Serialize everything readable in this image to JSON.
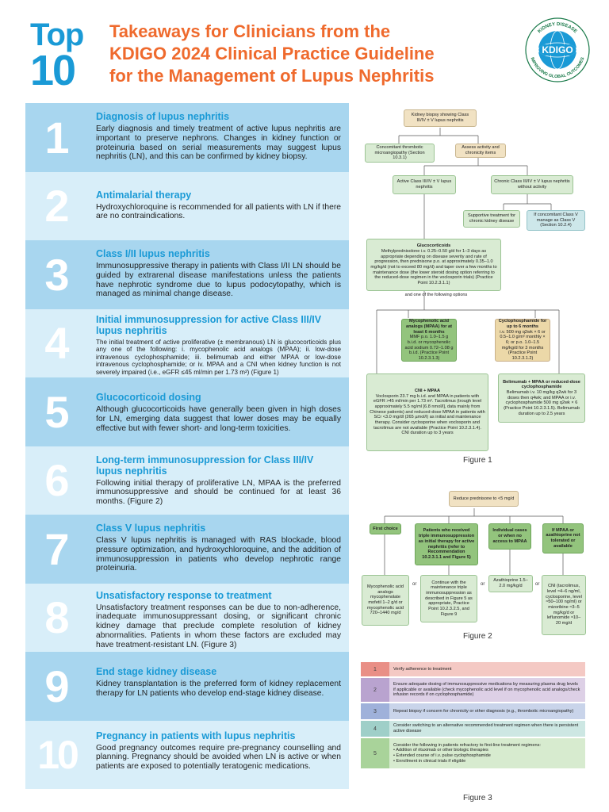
{
  "header": {
    "top_word": "Top",
    "top_num": "10",
    "title_lines": [
      "Takeaways for Clinicians from the",
      "KDIGO 2024 Clinical Practice Guideline",
      "for the Management of Lupus Nephritis"
    ],
    "logo_center": "KDIGO",
    "logo_ring_top": "KIDNEY DISEASE",
    "logo_ring_bottom": "IMPROVING GLOBAL OUTCOMES"
  },
  "takeaways": [
    {
      "num": "1",
      "title": "Diagnosis of lupus nephritis",
      "body": "Early diagnosis and timely treatment of active lupus nephritis are important to preserve nephrons. Changes in kidney function or proteinuria based on serial measurements may suggest lupus nephritis (LN), and this can be confirmed by kidney biopsy."
    },
    {
      "num": "2",
      "title": "Antimalarial therapy",
      "body": "Hydroxychloroquine is recommended for all patients with LN if there are no contraindications."
    },
    {
      "num": "3",
      "title": "Class I/II lupus nephritis",
      "body": "Immunosuppressive therapy in patients with Class I/II LN should be guided by extrarenal disease manifestations unless the patients have nephrotic syndrome due to lupus podocytopathy, which is managed as minimal change disease."
    },
    {
      "num": "4",
      "title": "Initial immunosuppression for active Class III/IV lupus nephritis",
      "body": "The initial treatment of active proliferative (± membranous) LN is glucocorticoids plus any one of the following: i. mycophenolic acid analogs (MPAA); ii. low-dose intravenous cyclophosphamide; iii. belimumab and either MPAA or low-dose intravenous cyclophosphamide; or iv. MPAA and a CNI when kidney function is not severely impaired (i.e., eGFR ≤45 ml/min per 1.73 m²) (Figure 1)"
    },
    {
      "num": "5",
      "title": "Glucocorticoid dosing",
      "body": "Although glucocorticoids have generally been given in high doses for LN, emerging data suggest that lower doses may be equally effective but with fewer short- and long-term toxicities."
    },
    {
      "num": "6",
      "title": "Long-term immunosuppression for Class III/IV lupus nephritis",
      "body": "Following initial therapy of proliferative LN, MPAA is the preferred immunosuppressive and should be continued for at least 36 months. (Figure 2)"
    },
    {
      "num": "7",
      "title": "Class V lupus nephritis",
      "body": "Class V lupus nephritis is managed with RAS blockade, blood pressure optimization, and hydroxychloroquine, and the addition of immunosuppression in patients who develop nephrotic range proteinuria."
    },
    {
      "num": "8",
      "title": "Unsatisfactory response to treatment",
      "body": "Unsatisfactory treatment responses can be due to non-adherence, inadequate immunosuppressant dosing, or significant chronic kidney damage that preclude complete resolution of kidney abnormalities. Patients in whom these factors are excluded may have treatment-resistant LN. (Figure 3)"
    },
    {
      "num": "9",
      "title": "End stage kidney disease",
      "body": "Kidney transplantation is the preferred form of kidney replacement therapy for LN patients who develop end-stage kidney disease."
    },
    {
      "num": "10",
      "title": "Pregnancy in patients with lupus nephritis",
      "body": "Good pregnancy outcomes require pre-pregnancy counselling and planning. Pregnancy should be avoided when LN is active or when patients are exposed to potentially teratogenic medications."
    }
  ],
  "figure1": {
    "caption": "Figure 1",
    "biopsy": "Kidney biopsy showing Class III/IV ± V lupus nephritis",
    "tma": "Concomitant thrombotic microangiopathy (Section 10.3.1)",
    "assess": "Assess activity and chronicity items",
    "active": "Active Class III/IV ± V lupus nephritis",
    "chronic": "Chronic Class III/IV ± V lupus nephritis without activity",
    "supportive": "Supportive treatment for chronic kidney disease",
    "classv": "If concomitant Class V manage as Class V (Section 10.2.4)",
    "gc_title": "Glucocorticoids",
    "gc_body": "Methylprednisolone i.v. 0.25–0.50 g/d for 1–3 days as appropriate depending on disease severity and rate of progression, then prednisone p.o. at approximately 0.35–1.0 mg/kg/d (not to exceed 80 mg/d) and taper over a few months to maintenance dose (the lower steroid dosing option referring to the reduced-dose regimen in the voclosporin trials) (Practice Point 10.2.3.1.1)",
    "and_one": "and one of the following options",
    "mpaa_title": "Mycophenolic acid analogs (MPAA) for at least 6 months",
    "mpaa_body": "MMF p.o. 1.0–1.5 g b.i.d. or mycophenolic acid sodium 0.72–1.08 g b.i.d. (Practice Point 10.2.3.1.3)",
    "cyc_title": "Cyclophosphamide for up to 6 months",
    "cyc_body": "i.v. 500 mg q2wk × 6 or 0.5–1.0 g/m² monthly × 6; or p.o. 1.0–1.5 mg/kg/d for 3 months (Practice Point 10.2.3.1.2)",
    "cni_title": "CNI + MPAA",
    "cni_body": "Voclosporin 23.7 mg b.i.d. and MPAA in patients with eGFR >45 ml/min per 1.73 m². Tacrolimus (trough level approximately 5.5 ng/ml [6.8 nmol/l], data mainly from Chinese patients) and reduced-dose MPAA in patients with SCr <3.0 mg/dl (265 µmol/l) as initial and maintenance therapy. Consider cyclosporine when voclosporin and tacrolimus are not available (Practice Point 10.2.3.1.4). CNI duration up to 3 years",
    "bel_title": "Belimumab + MPAA or reduced-dose cyclophosphamide",
    "bel_body": "Belimumab i.v. 10 mg/kg q2wk for 3 doses then q4wk; and MPAA or i.v. cyclophosphamide 500 mg q2wk × 6 (Practice Point 10.2.3.1.5). Belimumab duration up to 2.5 years"
  },
  "figure2": {
    "caption": "Figure 2",
    "reduce": "Reduce prednisone to <5 mg/d",
    "first": "First choice",
    "received": "Patients who received triple immunosuppression as initial therapy for active nephritis (refer to Recommendation 10.2.3.1.1 and Figure 5)",
    "individual": "Individual cases or when no access to MPAA",
    "ifmpaa": "If MPAA or azathioprine not tolerated or available",
    "mpaa_dose": "Mycophenolic acid analogs mycophenolate mofetil 1–2 g/d or mycophenolic acid 720–1440 mg/d",
    "continue": "Continue with the maintenance triple immunosuppression as described in Figure 5 as appropriate, Practice Point 10.2.3.2.5, and Figure 9",
    "aza": "Azathioprine 1.5–2.0 mg/kg/d",
    "cni": "CNI (tacrolimus, level ≈4–6 ng/ml, cyclosporine, level ≈50–100 ng/ml) or mizoribine ≈3–5 mg/kg/d or leflunomide ≈10–20 mg/d",
    "or": "or"
  },
  "figure3": {
    "caption": "Figure 3",
    "rows": [
      {
        "num": "1",
        "text": "Verify adherence to treatment"
      },
      {
        "num": "2",
        "text": "Ensure adequate dosing of immunosuppressive medications by measuring plasma drug levels if applicable or available (check mycophenolic acid level if on mycophenolic acid analogs/check infusion records if on cyclophosphamide)"
      },
      {
        "num": "3",
        "text": "Repeat biopsy if concern for chronicity or other diagnosis (e.g., thrombotic microangiopathy)"
      },
      {
        "num": "4",
        "text": "Consider switching to an alternative recommended treatment regimen when there is persistent active disease"
      },
      {
        "num": "5",
        "text": "Consider the following in patients refractory to first-line treatment regimens:"
      }
    ],
    "bullets": [
      "• Addition of rituximab or other biologic therapies",
      "• Extended course of i.v. pulse cyclophosphamide",
      "• Enrollment in clinical trials if eligible"
    ],
    "colors": [
      "#f4c9c4",
      "#ddd0e6",
      "#c9d4ea",
      "#cde7e3",
      "#d7ebcf"
    ],
    "num_colors": [
      "#e98f86",
      "#b9a3cf",
      "#9fb1da",
      "#9fcfc8",
      "#a9d39a"
    ]
  }
}
